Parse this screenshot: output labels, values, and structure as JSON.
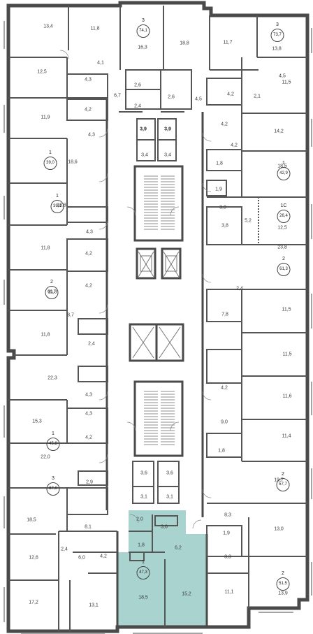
{
  "plan": {
    "colors": {
      "wall": "#4a4a4a",
      "partition": "#777777",
      "highlight": "#a9d3cf",
      "background": "#ffffff"
    },
    "selected_apartment": {
      "rooms": "1",
      "area": "47,3"
    },
    "apartments": [
      {
        "id": "a1",
        "rooms": "3",
        "area": "74,1"
      },
      {
        "id": "a2",
        "rooms": "3",
        "area": "73,7"
      },
      {
        "id": "a3",
        "rooms": "1",
        "area": "39,0"
      },
      {
        "id": "a4",
        "rooms": "1",
        "area": "42,9"
      },
      {
        "id": "a5",
        "rooms": "1",
        "area": "39,1"
      },
      {
        "id": "a6",
        "rooms": "1C",
        "area": "26,4"
      },
      {
        "id": "a7",
        "rooms": "2",
        "area": "61,3"
      },
      {
        "id": "a8",
        "rooms": "2",
        "area": "60,7"
      },
      {
        "id": "a9",
        "rooms": "1",
        "area": "45,8"
      },
      {
        "id": "a10",
        "rooms": "2",
        "area": "57,7"
      },
      {
        "id": "a11",
        "rooms": "3",
        "area": "87,0"
      },
      {
        "id": "a12",
        "rooms": "1",
        "area": "47,3"
      },
      {
        "id": "a13",
        "rooms": "2",
        "area": "51,5"
      }
    ],
    "rooms": [
      "13,4",
      "11,8",
      "16,3",
      "18,8",
      "11,7",
      "13,8",
      "4,1",
      "12,5",
      "4,3",
      "6,7",
      "2,6",
      "2,6",
      "4,5",
      "4,5",
      "4,2",
      "2,1",
      "11,5",
      "4,2",
      "2,4",
      "11,9",
      "4,3",
      "3,9",
      "3,9",
      "4,2",
      "14,2",
      "3,4",
      "3,4",
      "4,2",
      "18,6",
      "1,8",
      "18,5",
      "1,9",
      "18,8",
      "3,0",
      "5,2",
      "12,5",
      "3,8",
      "4,3",
      "11,8",
      "4,2",
      "23,8",
      "4,2",
      "11,3",
      "2,4",
      "11,5",
      "8,7",
      "7,8",
      "11,8",
      "2,4",
      "11,5",
      "22,3",
      "4,3",
      "4,2",
      "11,6",
      "9,0",
      "15,3",
      "4,3",
      "11,4",
      "4,2",
      "1,8",
      "22,0",
      "3,6",
      "3,6",
      "19,7",
      "3,1",
      "3,1",
      "2,9",
      "8,3",
      "18,5",
      "2,0",
      "3,6",
      "1,9",
      "8,1",
      "13,0",
      "1,8",
      "6,2",
      "3,3",
      "2,4",
      "6,0",
      "4,2",
      "12,6",
      "11,1",
      "13,9",
      "17,2",
      "13,1",
      "18,5",
      "15,2"
    ]
  }
}
